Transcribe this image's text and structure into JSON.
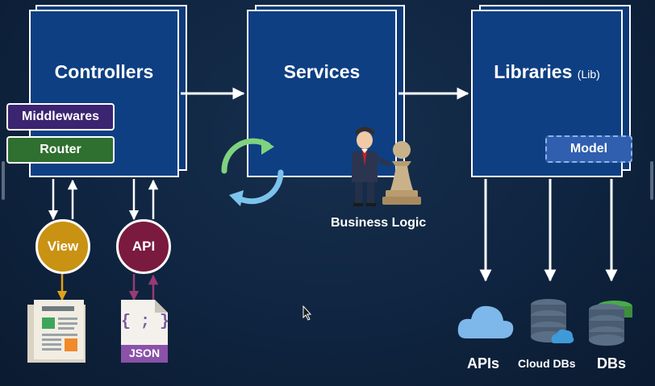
{
  "layers": {
    "controllers": {
      "title": "Controllers"
    },
    "services": {
      "title": "Services"
    },
    "libraries": {
      "title": "Libraries",
      "suffix": "(Lib)"
    }
  },
  "controller_parts": {
    "middlewares": "Middlewares",
    "router": "Router"
  },
  "outputs": {
    "view": "View",
    "api": "API"
  },
  "json_doc": {
    "braces": "{ ; }",
    "label": "JSON"
  },
  "services_extra": {
    "caption": "Business Logic"
  },
  "libraries_parts": {
    "model": "Model"
  },
  "destinations": {
    "apis": "APIs",
    "cloud_dbs": "Cloud DBs",
    "dbs": "DBs"
  },
  "icons": {
    "refresh": "refresh-cycle-icon",
    "businessman": "businessman-icon",
    "chess_pawn": "chess-pawn-icon",
    "newspaper": "newspaper-document-icon",
    "json_file": "json-file-icon",
    "cloud": "cloud-icon",
    "cloud_database": "cloud-database-icon",
    "database": "database-icon",
    "mouse_cursor": "mouse-cursor-icon"
  },
  "colors": {
    "background": "#0f2440",
    "layer_fill": "#0e3f82",
    "middlewares": "#3b2470",
    "router": "#2f6f2f",
    "view": "#c99212",
    "api": "#7a1a3e",
    "model": "#2f5fae",
    "arrow": "#ffffff",
    "cycle_green": "#7fd37f",
    "cycle_blue": "#7cc3ec"
  }
}
